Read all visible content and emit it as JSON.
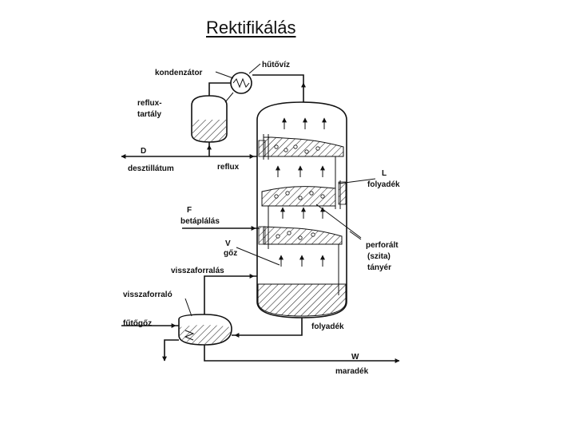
{
  "title": "Rektifikálás",
  "labels": {
    "kondenzator": "kondenzátor",
    "hutoviz": "hűtővíz",
    "reflux_tartaly_1": "reflux-",
    "reflux_tartaly_2": "tartály",
    "D": "D",
    "desztillatum": "desztillátum",
    "reflux": "reflux",
    "L": "L",
    "folyadek_top": "folyadék",
    "F": "F",
    "betaplalas": "betáplálás",
    "V": "V",
    "goz": "gőz",
    "perforalt": "perforált",
    "szita": "(szita)",
    "tanyer": "tányér",
    "visszaforralas": "visszaforralás",
    "visszaforralo": "visszaforraló",
    "futogoz": "fűtőgőz",
    "folyadek_bottom": "folyadék",
    "W": "W",
    "maradek": "maradék"
  }
}
